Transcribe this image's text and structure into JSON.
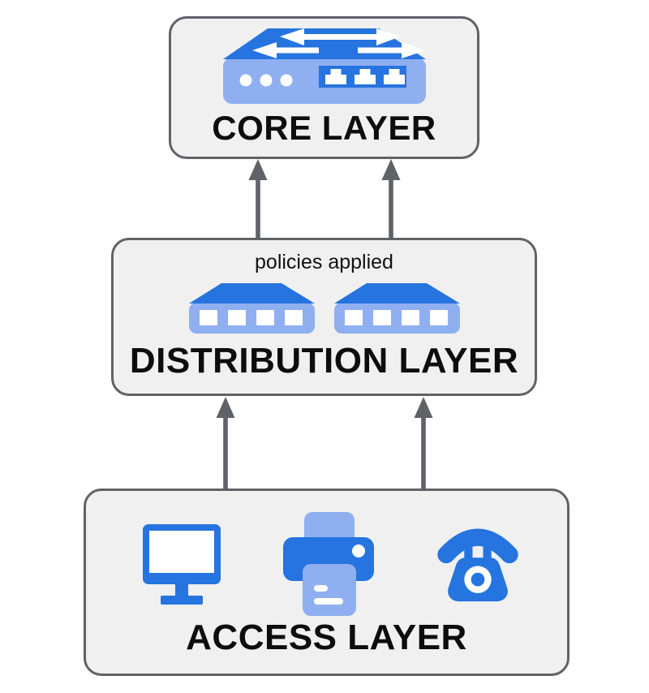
{
  "core": {
    "label": "CORE LAYER",
    "icons": [
      "core-router-icon"
    ]
  },
  "distribution": {
    "note": "policies applied",
    "label": "DISTRIBUTION LAYER",
    "icons": [
      "switch-icon",
      "switch-icon"
    ]
  },
  "access": {
    "label": "ACCESS LAYER",
    "icons": [
      "monitor-icon",
      "printer-icon",
      "phone-icon"
    ]
  },
  "connections": [
    {
      "from": "distribution",
      "to": "core",
      "direction": "up"
    },
    {
      "from": "distribution",
      "to": "core",
      "direction": "up"
    },
    {
      "from": "access",
      "to": "distribution",
      "direction": "up"
    },
    {
      "from": "access",
      "to": "distribution",
      "direction": "up"
    }
  ],
  "colors": {
    "primary_blue": "#2574DF",
    "light_blue": "#8FAFF0",
    "outline_gray": "#5F6368",
    "box_background": "#F0F0F1",
    "label_text": "#0D0D0D"
  }
}
